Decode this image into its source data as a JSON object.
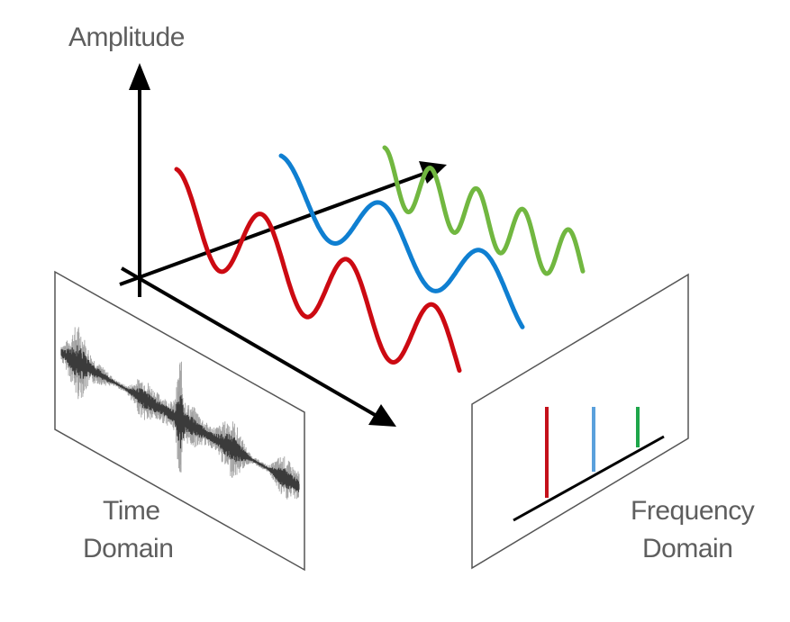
{
  "labels": {
    "amplitude": "Amplitude",
    "time_domain_line1": "Time",
    "time_domain_line2": "Domain",
    "frequency_domain_line1": "Frequency",
    "frequency_domain_line2": "Domain"
  },
  "colors": {
    "red": "#cc0a12",
    "blue": "#0f7fd1",
    "green": "#71b740",
    "axis": "#000000",
    "label": "#5e5e5e",
    "bar_red": "#c4101a",
    "bar_blue": "#5aa0dc",
    "bar_green": "#1ea64a"
  }
}
